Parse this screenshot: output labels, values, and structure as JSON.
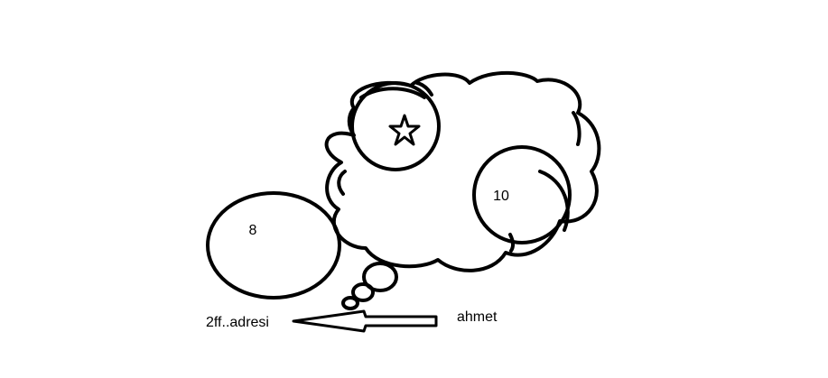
{
  "diagram": {
    "ellipse_left_label": "8",
    "circle_right_label": "10",
    "source_label": "ahmet",
    "target_label": "2ff..adresi",
    "star_icon": "star-icon",
    "stroke_color": "#000000",
    "background_color": "#ffffff"
  }
}
